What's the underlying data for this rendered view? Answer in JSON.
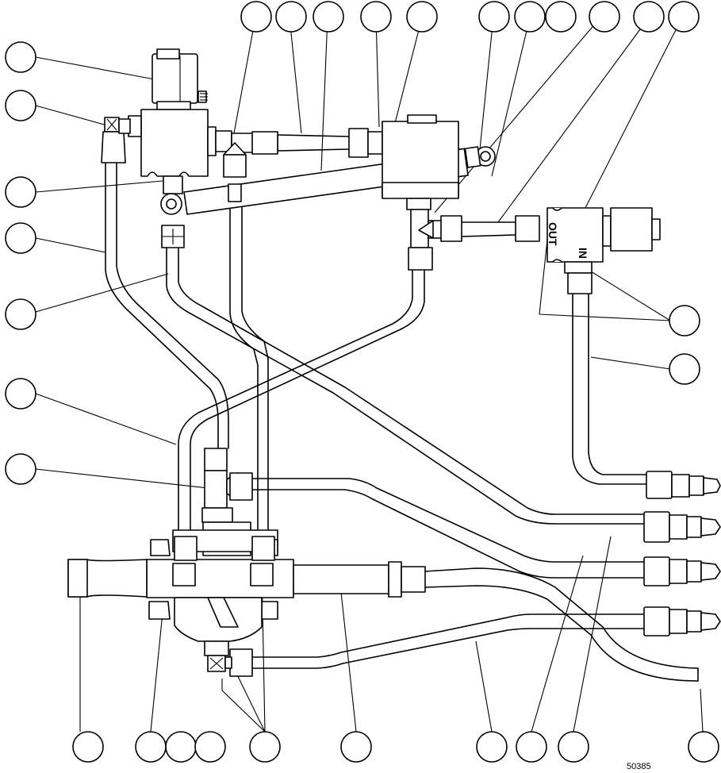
{
  "port_labels": {
    "out": "OUT",
    "in": "IN"
  },
  "figure_number": "50385"
}
